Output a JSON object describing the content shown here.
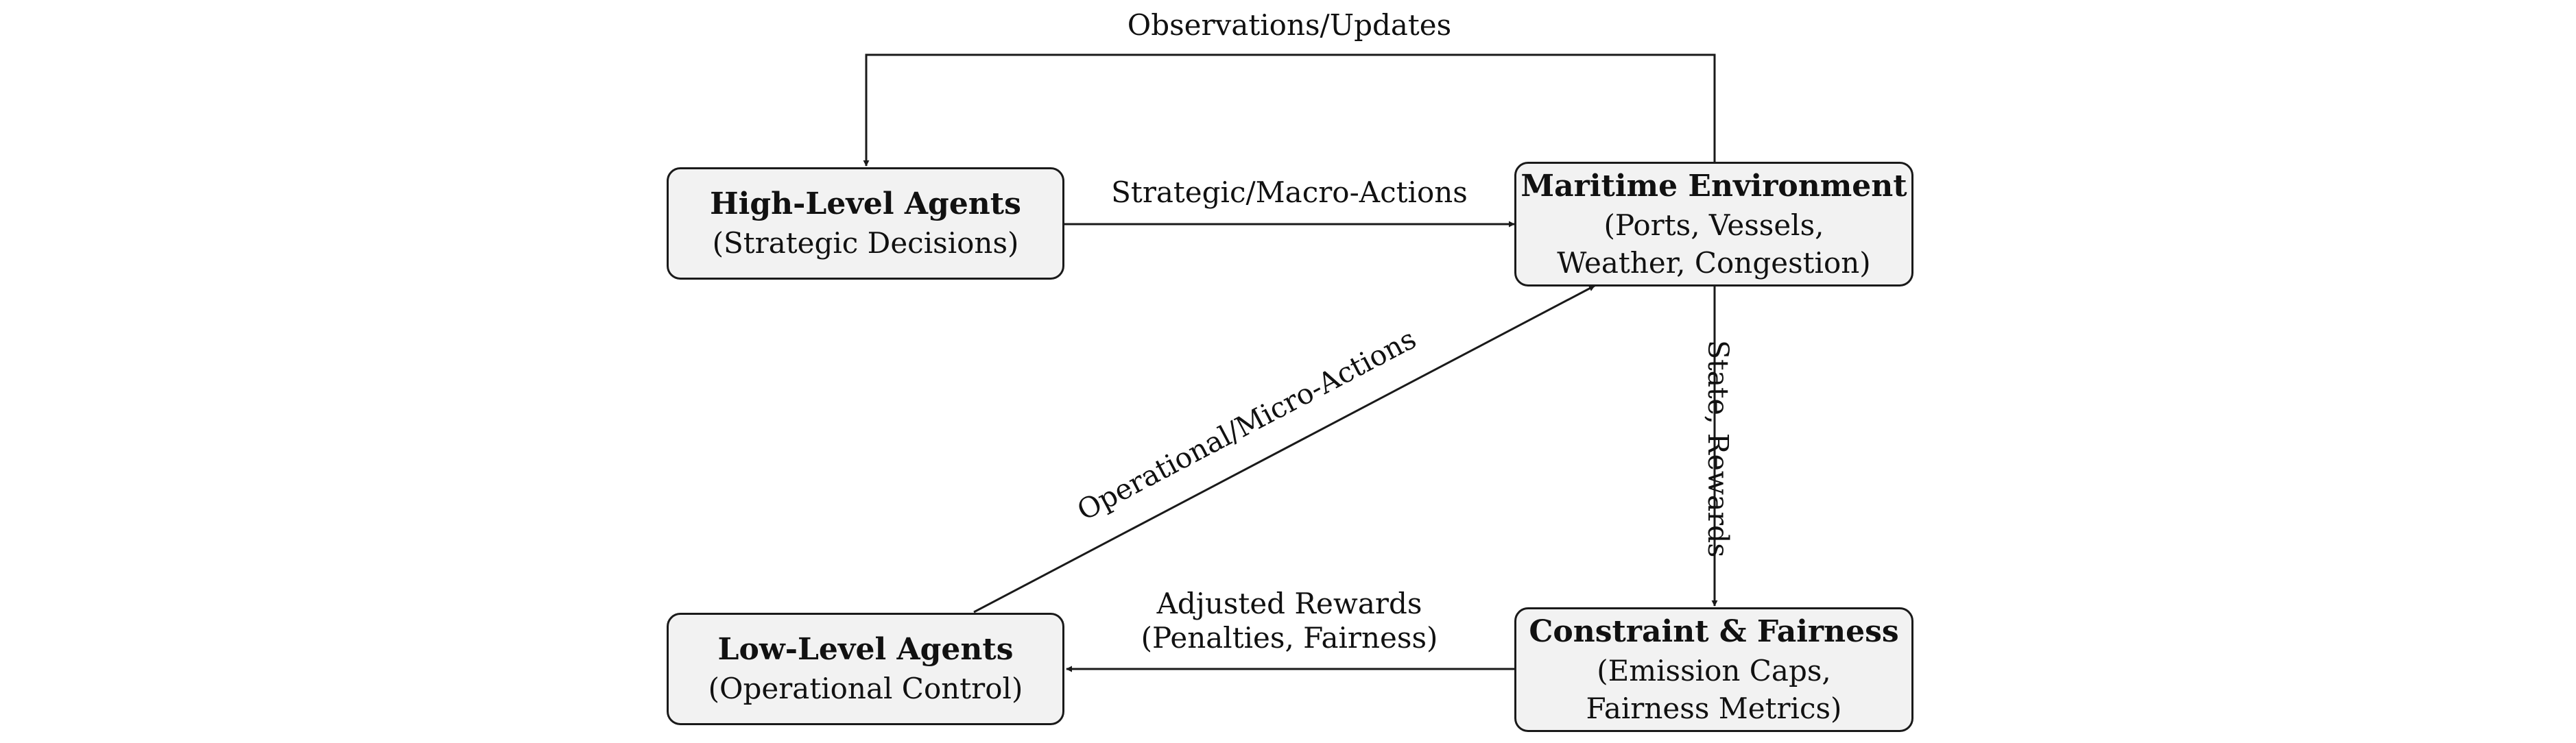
{
  "nodes": {
    "high_level": {
      "title": "High-Level Agents",
      "lines": [
        "(Strategic Decisions)"
      ]
    },
    "environment": {
      "title": "Maritime Environment",
      "lines": [
        "(Ports, Vessels,",
        "Weather, Congestion)"
      ]
    },
    "constraint": {
      "title": "Constraint & Fairness",
      "lines": [
        "(Emission Caps,",
        "Fairness Metrics)"
      ]
    },
    "low_level": {
      "title": "Low-Level Agents",
      "lines": [
        "(Operational Control)"
      ]
    }
  },
  "edges": {
    "observations": "Observations/Updates",
    "strategic": "Strategic/Macro-Actions",
    "state_rewards": "State, Rewards",
    "adjusted_line1": "Adjusted Rewards",
    "adjusted_line2": "(Penalties, Fairness)",
    "operational": "Operational/Micro-Actions"
  },
  "colors": {
    "node_fill": "#f2f2f2",
    "stroke": "#1a1a1a"
  }
}
